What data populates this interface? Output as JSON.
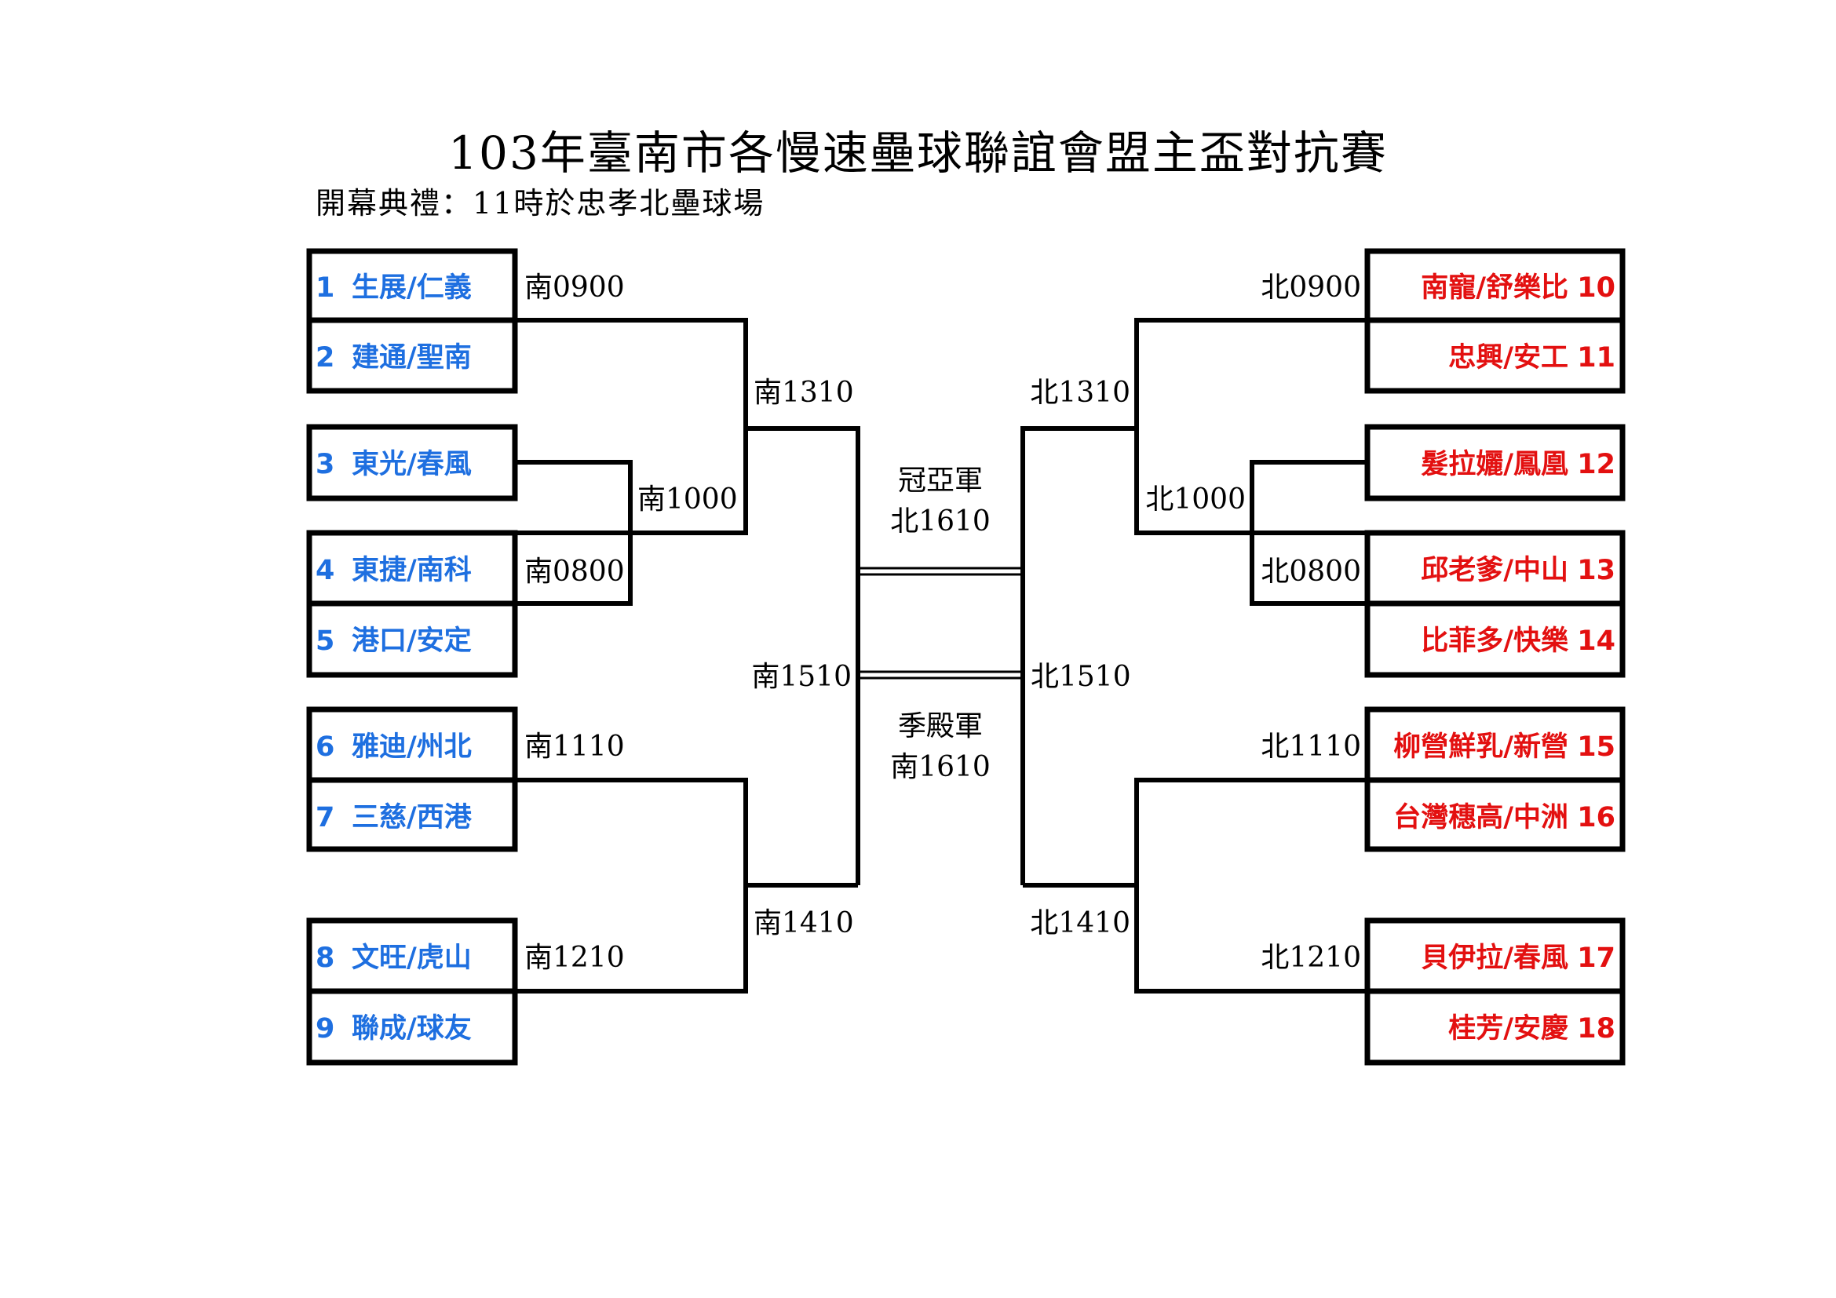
{
  "title": "103年臺南市各慢速壘球聯誼會盟主盃對抗賽",
  "subtitle": "開幕典禮：11時於忠孝北壘球場",
  "colors": {
    "south_team": "#1e6fe0",
    "north_team": "#e31010",
    "line": "#000000"
  },
  "south_teams": [
    {
      "num": "1",
      "name": "生展/仁義"
    },
    {
      "num": "2",
      "name": "建通/聖南"
    },
    {
      "num": "3",
      "name": "東光/春風"
    },
    {
      "num": "4",
      "name": "東捷/南科"
    },
    {
      "num": "5",
      "name": "港口/安定"
    },
    {
      "num": "6",
      "name": "雅迪/州北"
    },
    {
      "num": "7",
      "name": "三慈/西港"
    },
    {
      "num": "8",
      "name": "文旺/虎山"
    },
    {
      "num": "9",
      "name": "聯成/球友"
    }
  ],
  "north_teams": [
    {
      "name": "南寵/舒樂比",
      "num": "10"
    },
    {
      "name": "忠興/安工",
      "num": "11"
    },
    {
      "name": "髮拉孋/鳳凰",
      "num": "12"
    },
    {
      "name": "邱老爹/中山",
      "num": "13"
    },
    {
      "name": "比菲多/快樂",
      "num": "14"
    },
    {
      "name": "柳營鮮乳/新營",
      "num": "15"
    },
    {
      "name": "台灣穗高/中洲",
      "num": "16"
    },
    {
      "name": "貝伊拉/春風",
      "num": "17"
    },
    {
      "name": "桂芳/安慶",
      "num": "18"
    }
  ],
  "south_games": {
    "g0900": "南0900",
    "g0800": "南0800",
    "g1000": "南1000",
    "g1110": "南1110",
    "g1210": "南1210",
    "g1310": "南1310",
    "g1410": "南1410",
    "g1510": "南1510"
  },
  "north_games": {
    "g0900": "北0900",
    "g0800": "北0800",
    "g1000": "北1000",
    "g1110": "北1110",
    "g1210": "北1210",
    "g1310": "北1310",
    "g1410": "北1410",
    "g1510": "北1510"
  },
  "finals": {
    "champion_label": "冠亞軍",
    "champion_game": "北1610",
    "third_label": "季殿軍",
    "third_game": "南1610"
  }
}
